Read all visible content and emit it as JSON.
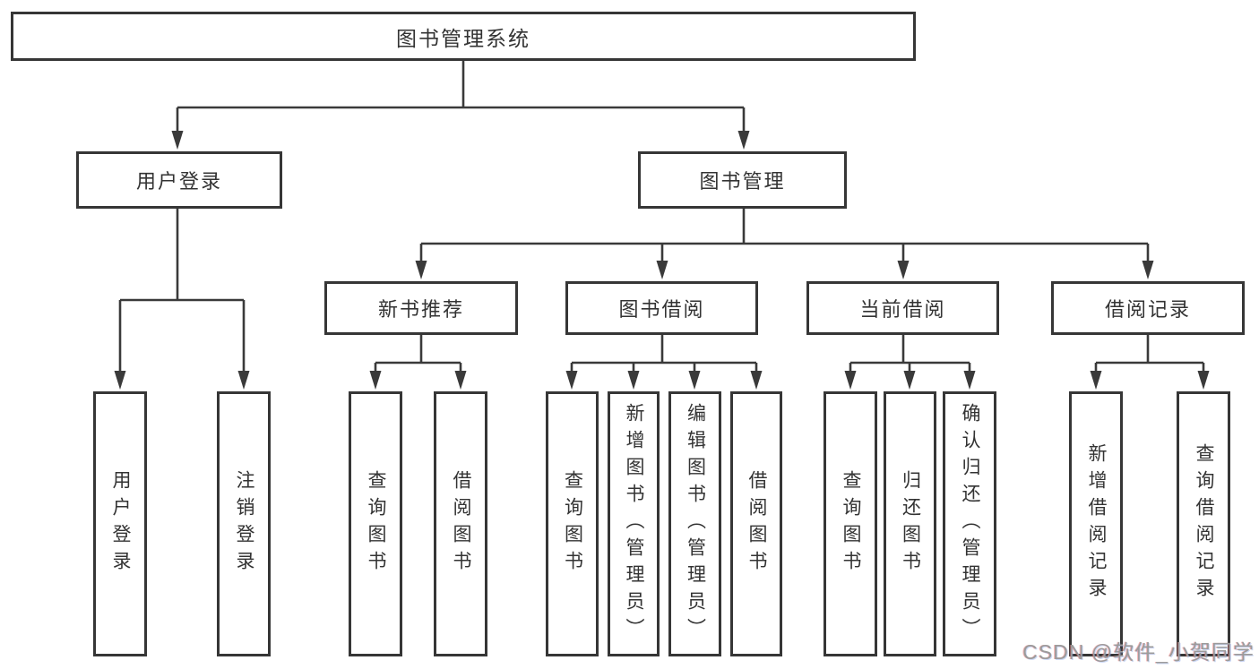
{
  "diagram": {
    "root": {
      "label": "图书管理系统"
    },
    "level2": {
      "login": {
        "label": "用户登录"
      },
      "manage": {
        "label": "图书管理"
      }
    },
    "level3": {
      "recommend": {
        "label": "新书推荐"
      },
      "borrow": {
        "label": "图书借阅"
      },
      "current": {
        "label": "当前借阅"
      },
      "records": {
        "label": "借阅记录"
      }
    },
    "leaves": {
      "login_user": {
        "label": "用户登录"
      },
      "login_logout": {
        "label": "注销登录"
      },
      "rec_query": {
        "label": "查询图书"
      },
      "rec_borrow": {
        "label": "借阅图书"
      },
      "bor_query": {
        "label": "查询图书"
      },
      "bor_add": {
        "label": "新增图书（管理员）"
      },
      "bor_edit": {
        "label": "编辑图书（管理员）"
      },
      "bor_borrow": {
        "label": "借阅图书"
      },
      "cur_query": {
        "label": "查询图书"
      },
      "cur_return": {
        "label": "归还图书"
      },
      "cur_confirm": {
        "label": "确认归还（管理员）"
      },
      "recd_add": {
        "label": "新增借阅记录"
      },
      "recd_query": {
        "label": "查询借阅记录"
      }
    }
  },
  "watermark": {
    "text": "CSDN @软件_小贺同学"
  },
  "colors": {
    "line": "#3a3a3a",
    "box_border": "#363636",
    "box_fill": "#ffffff",
    "text": "#333333",
    "watermark": "#9b9b9b"
  }
}
